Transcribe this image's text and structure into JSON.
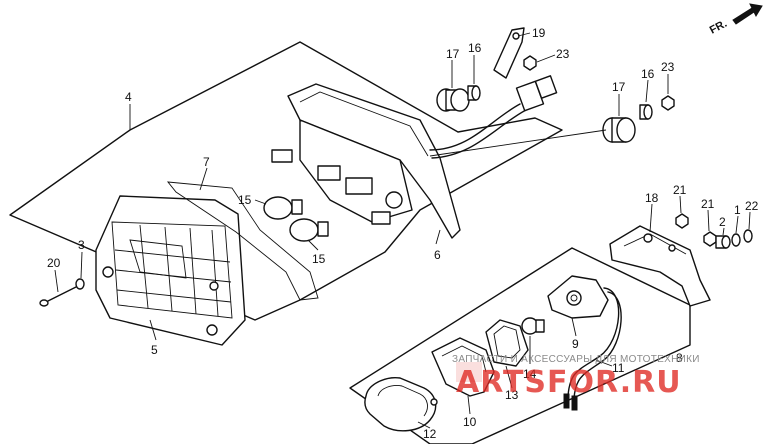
{
  "orientation": {
    "label": "FR."
  },
  "callouts": {
    "c1": "1",
    "c2": "2",
    "c3": "3",
    "c4": "4",
    "c5": "5",
    "c6": "6",
    "c7": "7",
    "c8": "8",
    "c9": "9",
    "c10": "10",
    "c11": "11",
    "c12": "12",
    "c13": "13",
    "c14": "14",
    "c15a": "15",
    "c15b": "15",
    "c16a": "16",
    "c16b": "16",
    "c17a": "17",
    "c17b": "17",
    "c18": "18",
    "c19": "19",
    "c20": "20",
    "c21a": "21",
    "c21b": "21",
    "c22": "22",
    "c23a": "23",
    "c23b": "23"
  },
  "watermark": {
    "text": "ЗАПЧАСТИ И АКСЕССУАРЫ ДЛЯ МОТОТЕХНИКИ",
    "logo": "ARTSFOR.RU"
  },
  "colors": {
    "line": "#111111",
    "watermark_logo": "#e02a24",
    "watermark_text": "#8a8a8a"
  }
}
